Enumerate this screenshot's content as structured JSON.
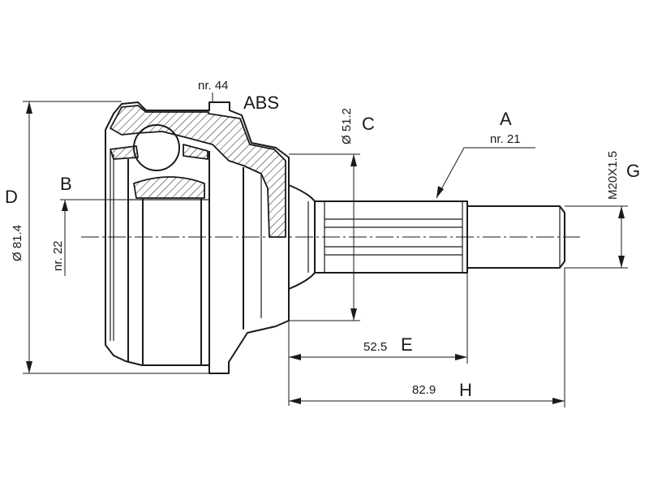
{
  "labels": {
    "nr44": "nr. 44",
    "abs": "ABS",
    "dia_c": "Ø 51.2",
    "c": "C",
    "a": "A",
    "nr21": "nr. 21",
    "thread": "M20X1.5",
    "g": "G",
    "d": "D",
    "dia_d": "Ø 81.4",
    "b": "B",
    "nr22": "nr. 22",
    "dim_e": "52.5",
    "e": "E",
    "dim_h": "82.9",
    "h": "H"
  }
}
